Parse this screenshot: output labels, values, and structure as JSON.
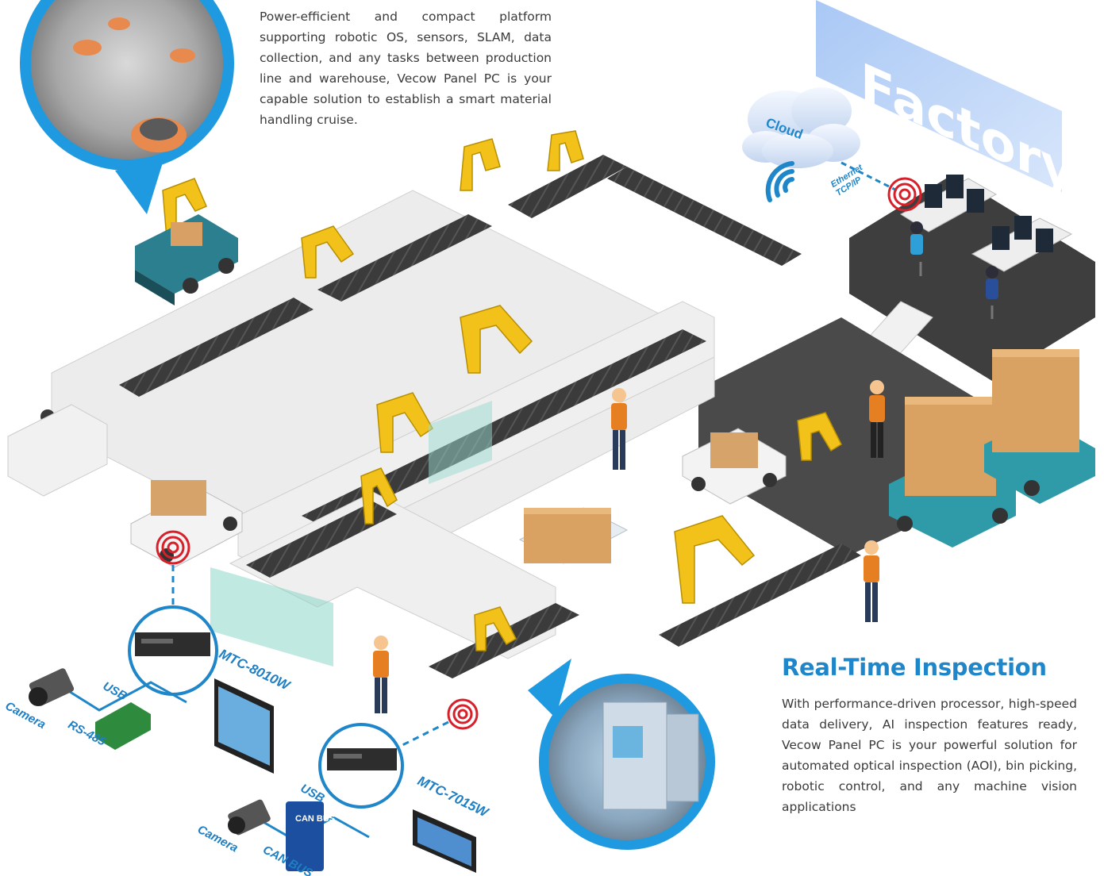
{
  "banner": {
    "title": "Factory"
  },
  "cloud": {
    "label": "Cloud",
    "link_label_1": "Ethernet",
    "link_label_2": "TCP/IP"
  },
  "amr": {
    "description": "Power-efficient and compact platform supporting robotic OS, sensors, SLAM, data collection, and any tasks between production line and warehouse, Vecow Panel PC is your capable solution to establish a smart material handling cruise."
  },
  "inspection": {
    "title": "Real-Time Inspection",
    "description": "With performance-driven processor, high-speed data delivery, AI inspection features ready, Vecow Panel PC is your powerful solution for automated optical inspection (AOI), bin picking, robotic control, and any machine vision applications"
  },
  "system_1": {
    "panel": "MTC-8010W",
    "interface": "USB",
    "device_1": "Camera",
    "device_2": "RS-485"
  },
  "system_2": {
    "panel": "MTC-7015W",
    "interface": "USB",
    "device_1": "Camera",
    "device_2": "CAN BUS",
    "badge": "CAN BUS"
  },
  "colors": {
    "accent": "#1f86c9",
    "robot": "#f2c21b",
    "conveyor": "#3d3d3d",
    "floor": "#444444",
    "target": "#d8202a"
  }
}
